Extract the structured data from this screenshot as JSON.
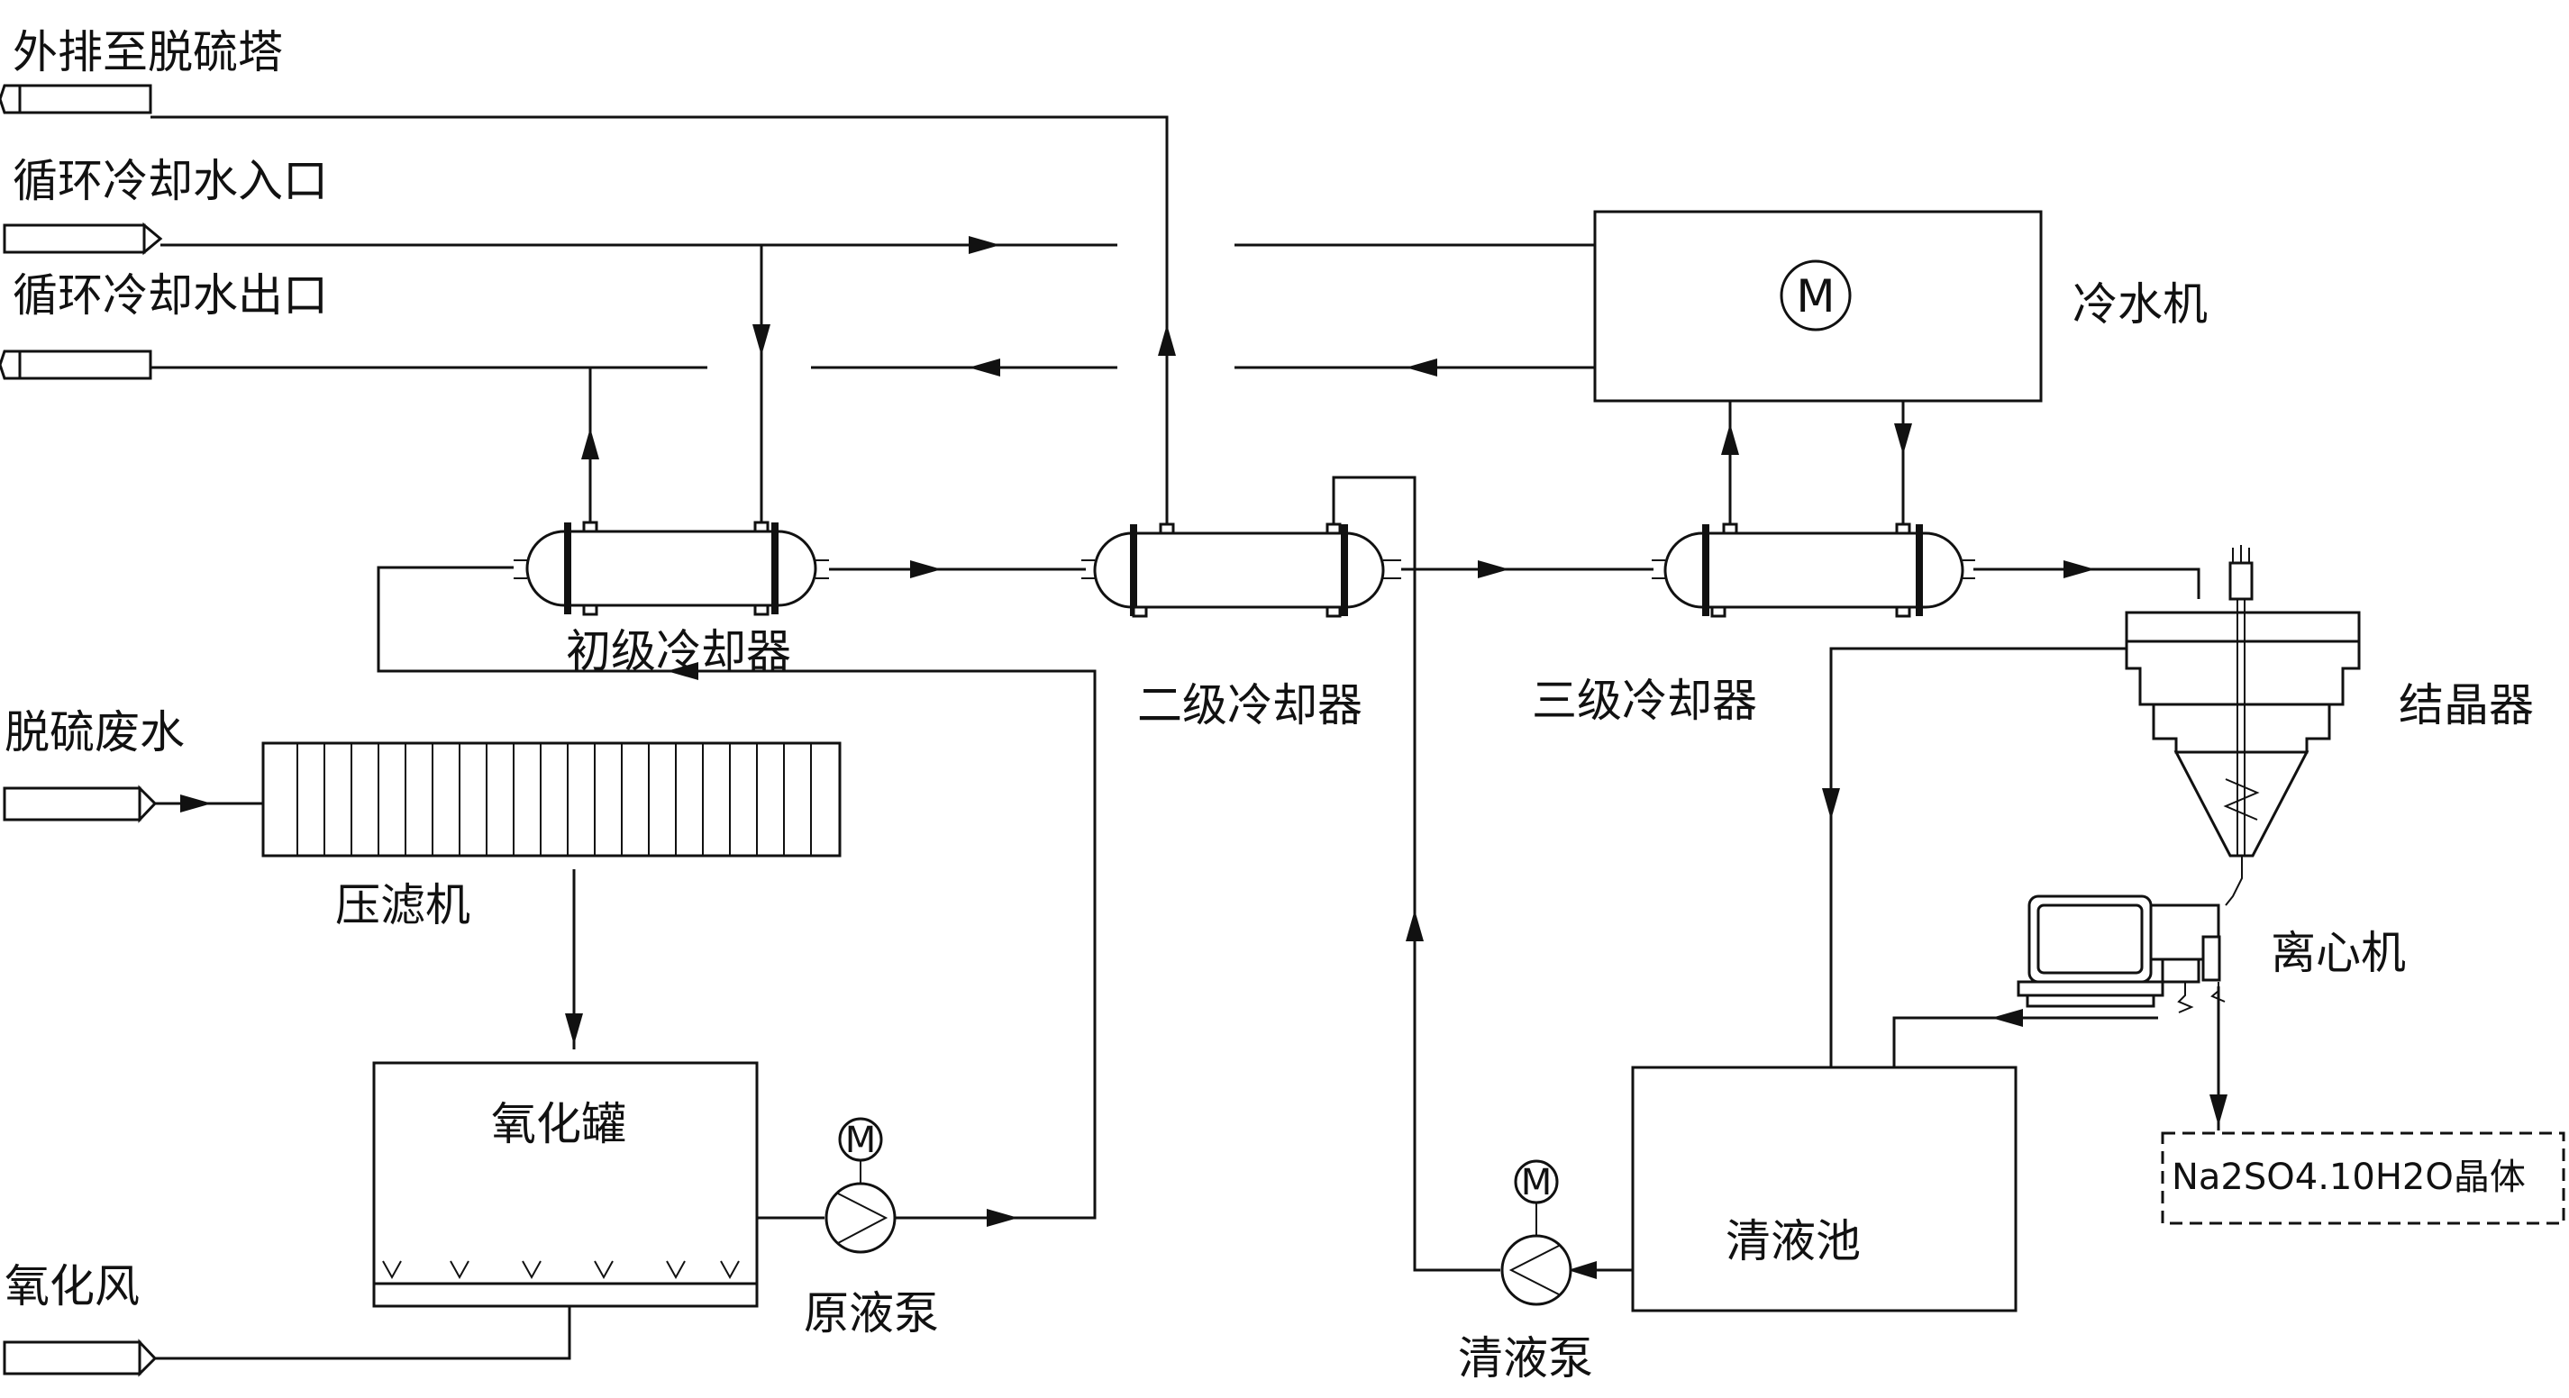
{
  "inputs": {
    "to_tower": "外排至脱硫塔",
    "cw_inlet": "循环冷却水入口",
    "cw_outlet": "循环冷却水出口",
    "wastewater": "脱硫废水",
    "oxidation_air": "氧化风"
  },
  "equipment": {
    "filter_press": "压滤机",
    "oxidation_tank": "氧化罐",
    "raw_pump": "原液泵",
    "primary_cooler": "初级冷却器",
    "secondary_cooler": "二级冷却器",
    "tertiary_cooler": "三级冷却器",
    "chiller": "冷水机",
    "crystallizer": "结晶器",
    "centrifuge": "离心机",
    "clear_tank": "清液池",
    "clear_pump": "清液泵",
    "product": "Na2SO4.10H2O晶体",
    "motor_symbol": "M"
  }
}
